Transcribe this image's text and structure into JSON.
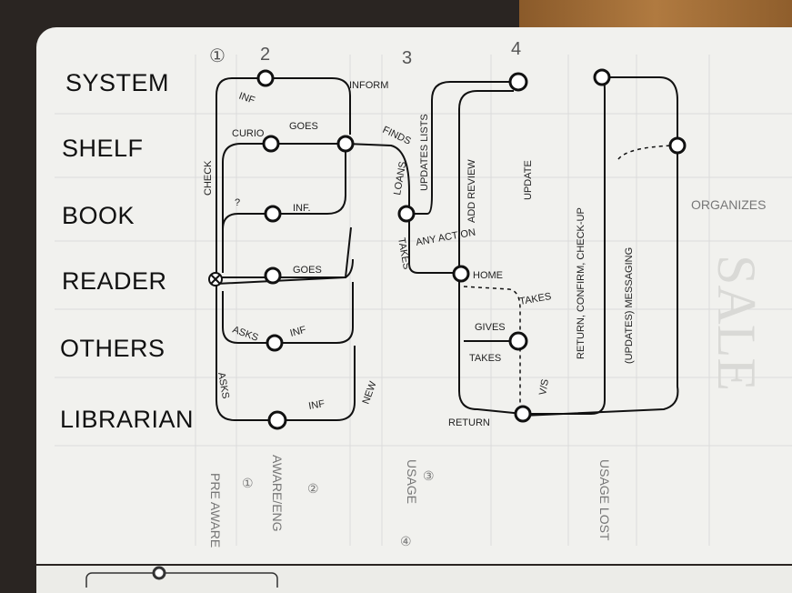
{
  "rows": [
    "SYSTEM",
    "SHELF",
    "BOOK",
    "READER",
    "OTHERS",
    "LIBRARIAN"
  ],
  "columns": [
    "①",
    "2",
    "3",
    "4"
  ],
  "edge_labels": {
    "inform": "INFORM",
    "inf_top": "INF",
    "check": "CHECK",
    "curio": "CURIO",
    "goes_top": "GOES",
    "finds": "FINDS",
    "updates_lists": "UPDATES LISTS",
    "add_review": "ADD REVIEW",
    "update": "UPDATE",
    "return_confirm": "RETURN, CONFIRM, CHECK-UP",
    "updates_messaging": "(UPDATES) MESSAGING",
    "organizes": "ORGANIZES",
    "q": "?",
    "inf_book": "INF.",
    "loans": "LOANS",
    "takes_mid": "TAKES",
    "any_action": "ANY ACTION",
    "goes_reader": "GOES",
    "home": "HOME",
    "takes_right": "TAKES",
    "asks": "ASKS",
    "inf_others": "INF",
    "gives": "GIVES",
    "takes_low": "TAKES",
    "v_s": "V/S",
    "asks_low": "ASKS",
    "inf_lib": "INF",
    "new": "NEW",
    "return_low": "RETURN"
  },
  "bottom_labels": {
    "pre_aware": "PRE AWARE",
    "aware_eng": "AWARE/ENG",
    "usage": "USAGE",
    "usage_lost": "USAGE LOST",
    "num1": "①",
    "num2": "②",
    "num3": "③",
    "num4": "④"
  }
}
